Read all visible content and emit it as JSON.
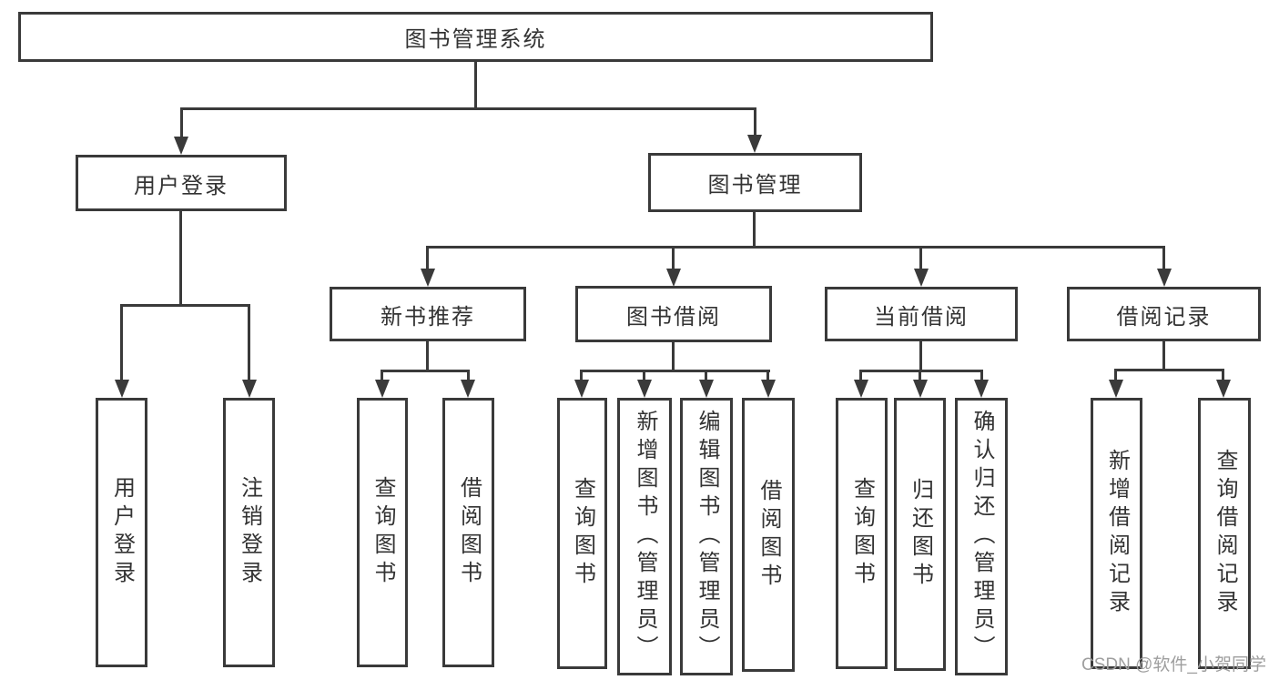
{
  "tree": {
    "root": "图书管理系统",
    "branches": [
      {
        "label": "用户登录",
        "children": [
          "用户登录",
          "注销登录"
        ]
      },
      {
        "label": "图书管理",
        "groups": [
          {
            "label": "新书推荐",
            "children": [
              "查询图书",
              "借阅图书"
            ]
          },
          {
            "label": "图书借阅",
            "children": [
              "查询图书",
              "新增图书（管理员）",
              "编辑图书（管理员）",
              "借阅图书"
            ]
          },
          {
            "label": "当前借阅",
            "children": [
              "查询图书",
              "归还图书",
              "确认归还（管理员）"
            ]
          },
          {
            "label": "借阅记录",
            "children": [
              "新增借阅记录",
              "查询借阅记录"
            ]
          }
        ]
      }
    ]
  },
  "watermark": {
    "text": "CSDN @软件_小贺同学"
  },
  "colors": {
    "line": "#3a3a3a",
    "text": "#333333",
    "watermark": "#9e9e9e",
    "background": "#ffffff"
  }
}
